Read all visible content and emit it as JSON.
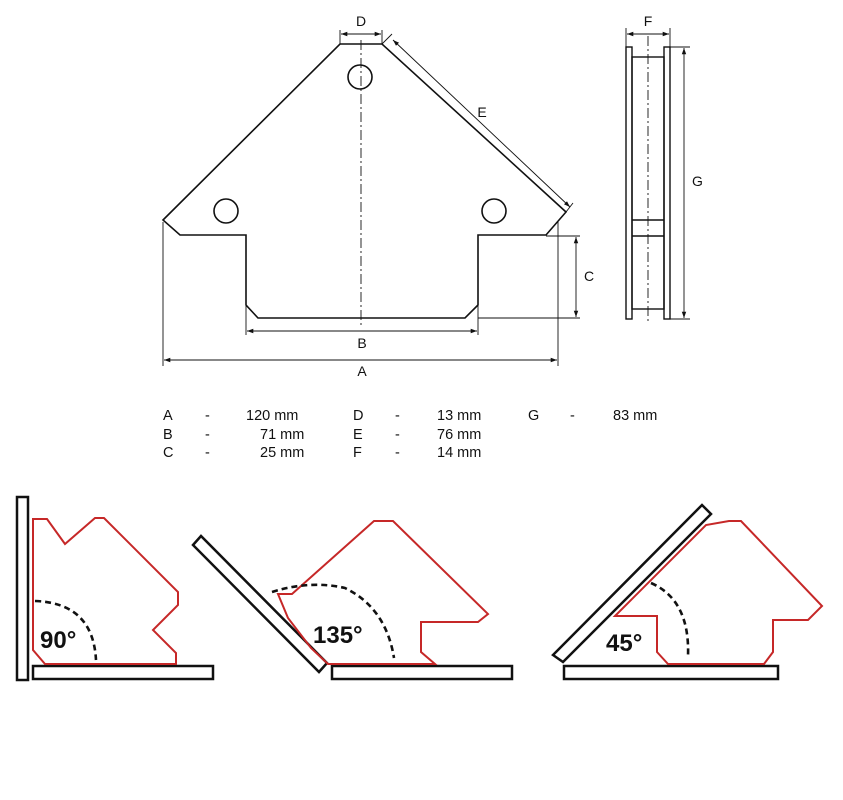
{
  "dimension_labels": {
    "a": "A",
    "b": "B",
    "c": "C",
    "d": "D",
    "e": "E",
    "f": "F",
    "g": "G"
  },
  "specs": [
    {
      "letter": "A",
      "dash": "-",
      "value": "120 mm"
    },
    {
      "letter": "B",
      "dash": "-",
      "value": "71 mm"
    },
    {
      "letter": "C",
      "dash": "-",
      "value": "25 mm"
    },
    {
      "letter": "D",
      "dash": "-",
      "value": "13 mm"
    },
    {
      "letter": "E",
      "dash": "-",
      "value": "76 mm"
    },
    {
      "letter": "F",
      "dash": "-",
      "value": "14 mm"
    },
    {
      "letter": "G",
      "dash": "-",
      "value": "83 mm"
    }
  ],
  "angles": {
    "right": "90°",
    "obtuse": "135°",
    "acute": "45°"
  },
  "colors": {
    "outline": "#111111",
    "magnet": "#c62828",
    "background": "#ffffff"
  }
}
